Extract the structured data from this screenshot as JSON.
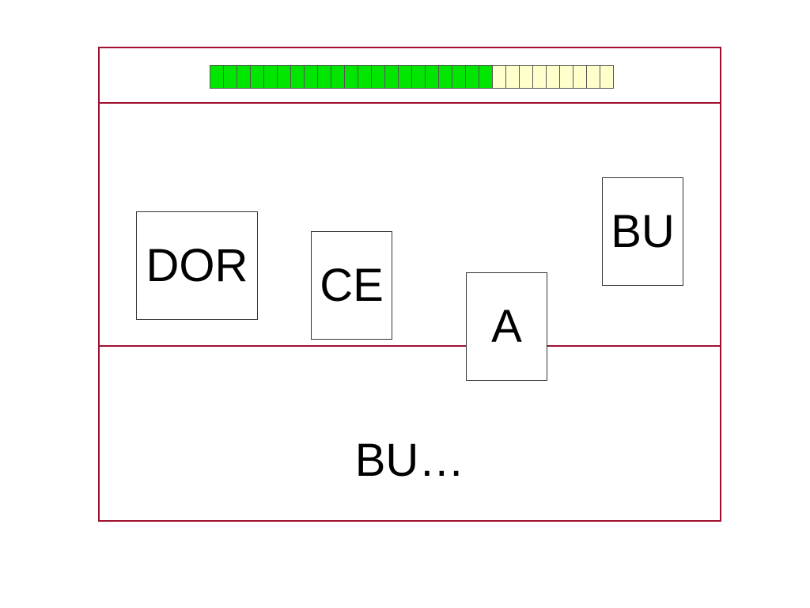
{
  "progress": {
    "completed": 21,
    "total": 30,
    "done_color": "#00e600",
    "pending_color": "#ffffcc"
  },
  "cards": [
    {
      "label": "DOR"
    },
    {
      "label": "CE"
    },
    {
      "label": "A"
    },
    {
      "label": "BU"
    }
  ],
  "answer": {
    "text": "BU…"
  }
}
